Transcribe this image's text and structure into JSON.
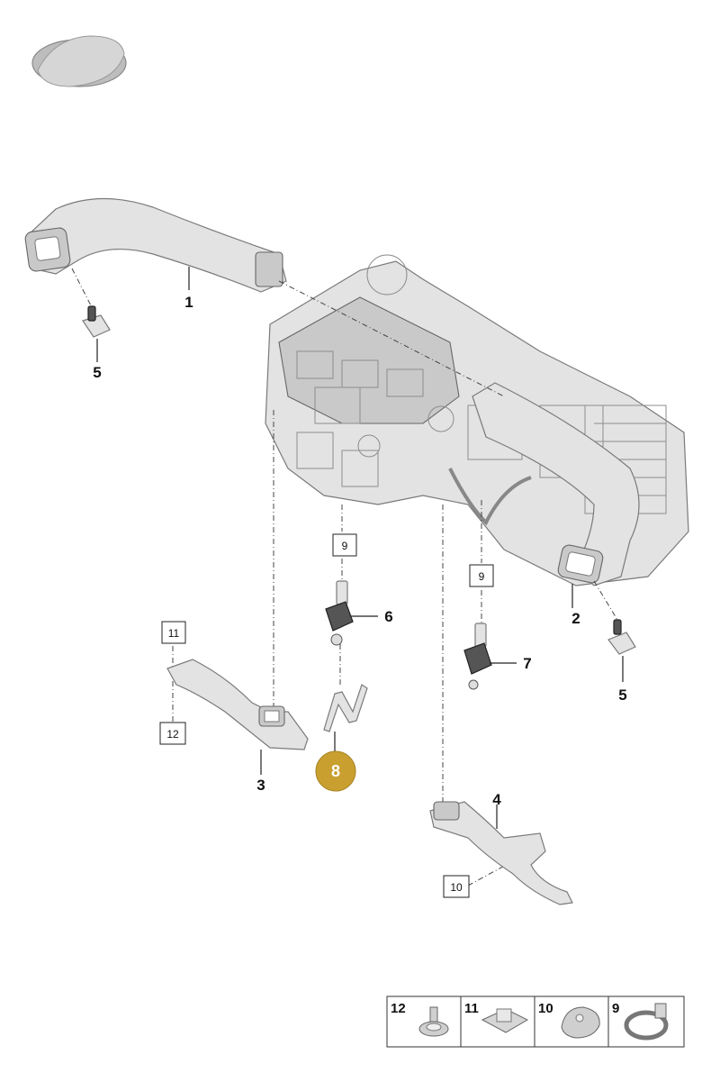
{
  "callouts": {
    "c1": "1",
    "c2": "2",
    "c3": "3",
    "c4": "4",
    "c5a": "5",
    "c5b": "5",
    "c6": "6",
    "c7": "7",
    "c8": "8"
  },
  "boxed_refs": {
    "b9a": "9",
    "b9b": "9",
    "b10": "10",
    "b11": "11",
    "b12": "12"
  },
  "legend": {
    "items": [
      {
        "number": "12",
        "icon": "screw-icon"
      },
      {
        "number": "11",
        "icon": "clip-nut-icon"
      },
      {
        "number": "10",
        "icon": "rivet-clip-icon"
      },
      {
        "number": "9",
        "icon": "hose-clamp-icon"
      }
    ]
  },
  "colors": {
    "highlight_badge": "#c9a030",
    "part_fill": "#e3e3e3",
    "line": "#444444"
  }
}
